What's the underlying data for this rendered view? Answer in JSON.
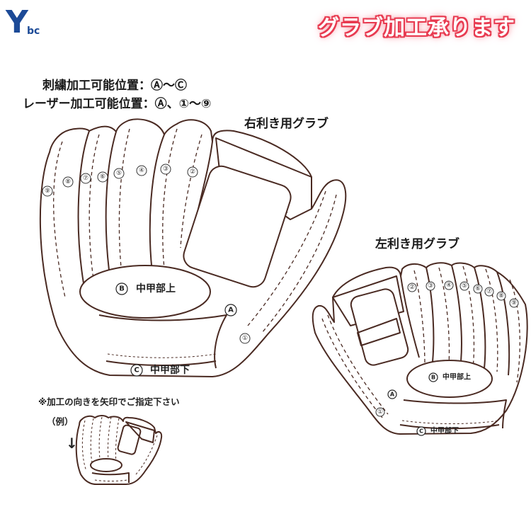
{
  "header": {
    "logo_y": "Y",
    "logo_bc": "bc",
    "title": "グラブ加工承ります"
  },
  "specs": {
    "embroidery": "刺繍加工可能位置：Ⓐ～Ⓒ",
    "laser": "レーザー加工可能位置：Ⓐ、①～⑨"
  },
  "gloves": {
    "right_label": "右利き用グラブ",
    "left_label": "左利き用グラブ",
    "zones": {
      "upper_letter": "B",
      "upper_text": "中甲部上",
      "lower_letter": "C",
      "lower_text": "中甲部下",
      "a_letter": "A"
    },
    "finger_markers": [
      "①",
      "②",
      "③",
      "④",
      "⑤",
      "⑥",
      "⑦",
      "⑧",
      "⑨"
    ]
  },
  "footer": {
    "note": "※加工の向きを矢印でご指定下さい",
    "example": "（例）",
    "arrow": "↓"
  },
  "colors": {
    "logo": "#1c4a97",
    "title_glow": "#e83a50",
    "outline": "#4a2a22"
  }
}
